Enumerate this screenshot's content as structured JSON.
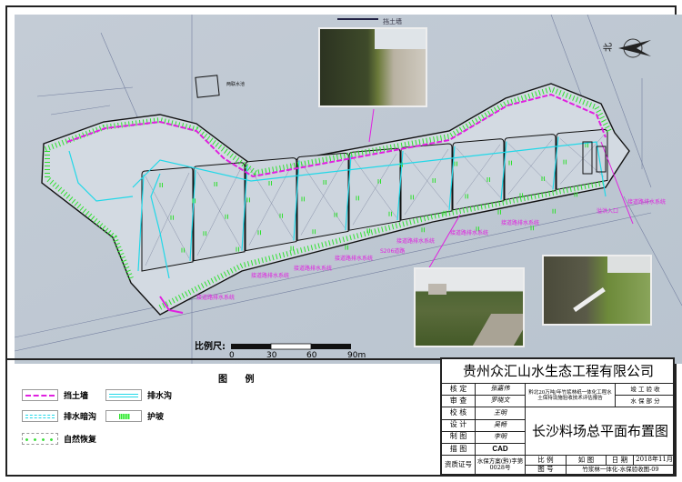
{
  "map": {
    "top_label": "挡土墙",
    "pool_label": "两联水池",
    "north_label": "北",
    "drain_labels": [
      "接道路排水系统",
      "接道路排水系统",
      "接道路排水系统",
      "接道路排水系统",
      "接道路排水系统",
      "接道路排水系统",
      "接道路排水系统",
      "接道路排水系统"
    ],
    "road_label": "S206道路",
    "inlet_label": "溢洪入口",
    "scale": {
      "label": "比例尺:",
      "ticks": [
        "0",
        "30",
        "60",
        "90m"
      ]
    }
  },
  "legend": {
    "title": "图 例",
    "items": [
      {
        "label": "挡土墙",
        "icon": "retaining-wall"
      },
      {
        "label": "排水沟",
        "icon": "drain-ditch"
      },
      {
        "label": "排水暗沟",
        "icon": "covered-drain"
      },
      {
        "label": "护坡",
        "icon": "slope-protection"
      },
      {
        "label": "自然恢复",
        "icon": "natural-restoration"
      }
    ]
  },
  "title_block": {
    "company": "贵州众汇山水生态工程有限公司",
    "roles": [
      {
        "role": "核 定",
        "sign": "张嘉伟"
      },
      {
        "role": "审 查",
        "sign": "罗晓文"
      },
      {
        "role": "校 核",
        "sign": "王明"
      },
      {
        "role": "设 计",
        "sign": "吴畅"
      },
      {
        "role": "制 图",
        "sign": "李明"
      },
      {
        "role": "描 图",
        "sign": "CAD"
      }
    ],
    "project": "黔北20万吨/年竹浆林纸一体化工程水土保持设施验收技术评估报告",
    "stage": "竣 工 验 收",
    "section": "水 保 部 分",
    "drawing_title": "长沙料场总平面布置图",
    "cert_label": "资质证号",
    "cert_value": "水保方案(黔)字第0028号",
    "scale_label": "比 例",
    "scale_value": "如 图",
    "date_label": "日 期",
    "date_value": "2018年11月",
    "drawing_no_label": "图 号",
    "drawing_no_value": "竹浆林一体化-水保验收图-09"
  }
}
